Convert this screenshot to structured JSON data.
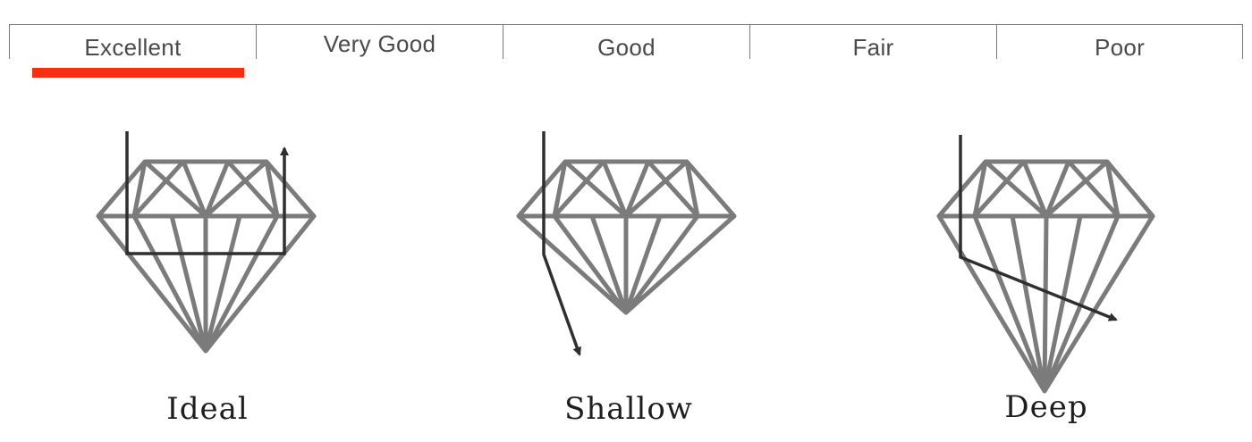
{
  "tabs": [
    {
      "label": "Excellent",
      "active": true
    },
    {
      "label": "Very Good",
      "active": false
    },
    {
      "label": "Good",
      "active": false
    },
    {
      "label": "Fair",
      "active": false
    },
    {
      "label": "Poor",
      "active": false
    }
  ],
  "accent_color": "#f52f0f",
  "diamond_color": "#7b7b7b",
  "ray_color": "#2f2f2f",
  "diagrams": [
    {
      "caption": "Ideal"
    },
    {
      "caption": "Shallow"
    },
    {
      "caption": "Deep"
    }
  ]
}
